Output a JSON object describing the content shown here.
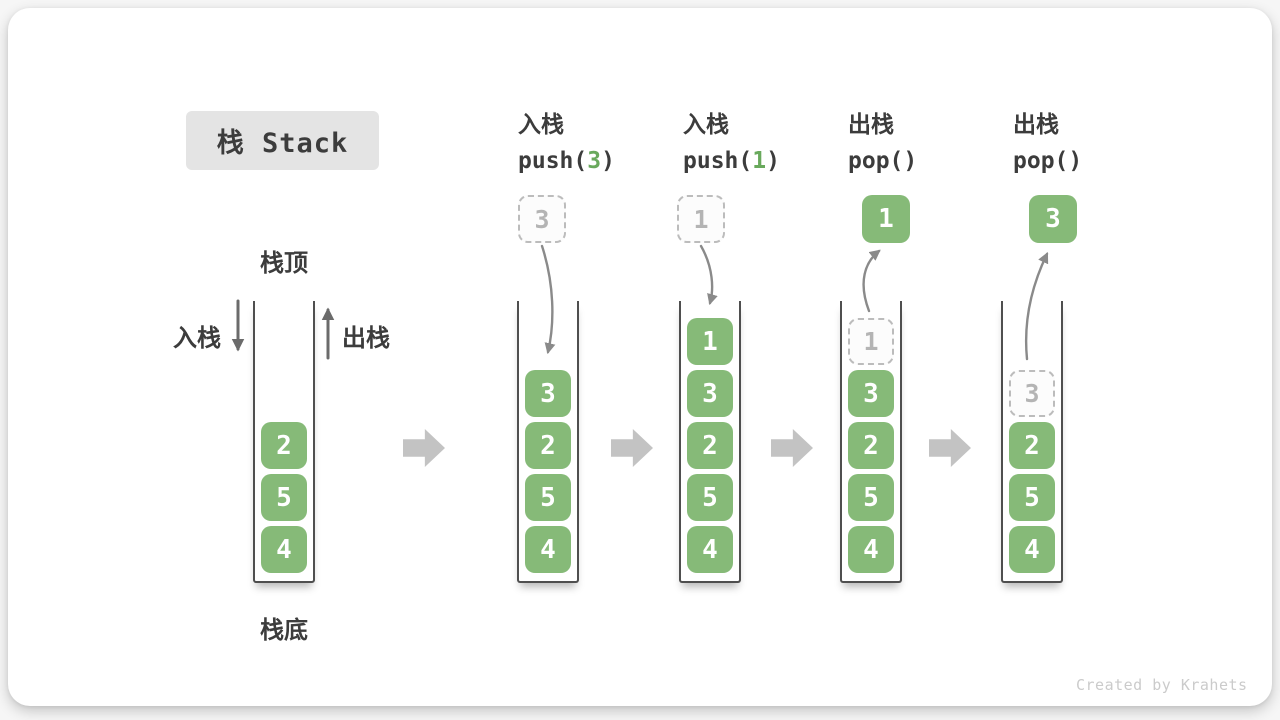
{
  "title": {
    "label": "栈 Stack"
  },
  "stack_labels": {
    "top": "栈顶",
    "bottom": "栈底",
    "push": "入栈",
    "pop": "出栈"
  },
  "operations": [
    {
      "name": "入栈",
      "code_prefix": "push(",
      "code_arg": "3",
      "code_suffix": ")"
    },
    {
      "name": "入栈",
      "code_prefix": "push(",
      "code_arg": "1",
      "code_suffix": ")"
    },
    {
      "name": "出栈",
      "code_prefix": "pop(",
      "code_arg": "",
      "code_suffix": ")"
    },
    {
      "name": "出栈",
      "code_prefix": "pop(",
      "code_arg": "",
      "code_suffix": ")"
    }
  ],
  "stacks": [
    {
      "cells": [
        "2",
        "5",
        "4"
      ]
    },
    {
      "cells": [
        "3",
        "2",
        "5",
        "4"
      ],
      "floating": "3",
      "floating_style": "dashed"
    },
    {
      "cells": [
        "1",
        "3",
        "2",
        "5",
        "4"
      ],
      "floating": "1",
      "floating_style": "dashed"
    },
    {
      "cells": [
        "3",
        "2",
        "5",
        "4"
      ],
      "floating": "1",
      "floating_style": "solid",
      "ghost": "1"
    },
    {
      "cells": [
        "2",
        "5",
        "4"
      ],
      "floating": "3",
      "floating_style": "solid",
      "ghost": "3"
    }
  ],
  "watermark": "Created by Krahets",
  "colors": {
    "cell_green": "#86ba78",
    "code_green": "#69a95c",
    "step_arrow": "#c3c3c3",
    "curve_arrow": "#8a8a8a",
    "straight_arrow": "#6b6b6b",
    "wall": "#4f4f4f",
    "ghost_border": "#bcbcbc",
    "ghost_text": "#b4b4b4",
    "title_bg": "#e4e4e4",
    "text": "#3c3c3c",
    "watermark": "#cbcbcb"
  }
}
